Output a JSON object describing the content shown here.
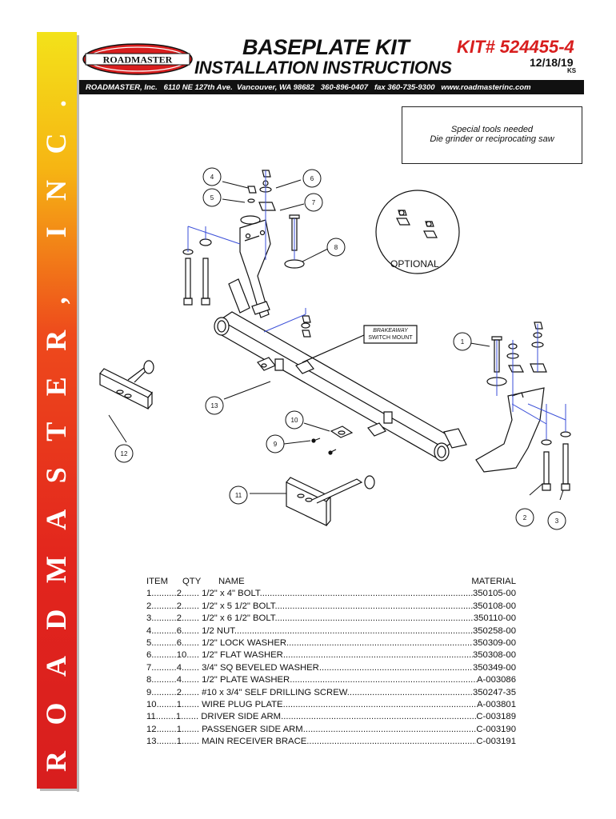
{
  "sidebar": {
    "brand_vertical": "ROADMASTER, INC."
  },
  "header": {
    "logo_text": "ROADMASTER",
    "title": "BASEPLATE KIT",
    "subtitle": "INSTALLATION INSTRUCTIONS",
    "kit_number": "KIT# 524455-4",
    "date": "12/18/19",
    "initials": "KS",
    "address_line": "ROADMASTER, Inc.   6110 NE 127th Ave.  Vancouver, WA 98682   360-896-0407   fax 360-735-9300   www.roadmasterinc.com"
  },
  "tools": {
    "line1": "Special tools needed",
    "line2": "Die grinder or reciprocating saw"
  },
  "drawing": {
    "callouts": [
      "1",
      "2",
      "3",
      "4",
      "5",
      "6",
      "7",
      "8",
      "9",
      "10",
      "11",
      "12",
      "13"
    ],
    "optional_label": "OPTIONAL",
    "brake_label_1": "BRAKEAWAY",
    "brake_label_2": "SWITCH MOUNT"
  },
  "parts_list": {
    "headers": {
      "item": "ITEM",
      "qty": "QTY",
      "name": "NAME",
      "material": "MATERIAL"
    },
    "rows": [
      {
        "item": "1",
        "qty": "2",
        "name": "1/2\" x 4\" BOLT",
        "material": "350105-00"
      },
      {
        "item": "2",
        "qty": "2",
        "name": "1/2\" x 5 1/2\" BOLT",
        "material": "350108-00"
      },
      {
        "item": "3",
        "qty": "2",
        "name": "1/2\" x 6 1/2\" BOLT",
        "material": "350110-00"
      },
      {
        "item": "4",
        "qty": "6",
        "name": "1/2 NUT",
        "material": "350258-00"
      },
      {
        "item": "5",
        "qty": "6",
        "name": "1/2\" LOCK WASHER",
        "material": "350309-00"
      },
      {
        "item": "6",
        "qty": "10",
        "name": "1/2\" FLAT WASHER",
        "material": "350308-00"
      },
      {
        "item": "7",
        "qty": "4",
        "name": "3/4\" SQ BEVELED WASHER",
        "material": "350349-00"
      },
      {
        "item": "8",
        "qty": "4",
        "name": "1/2\" PLATE WASHER",
        "material": "A-003086"
      },
      {
        "item": "9",
        "qty": "2",
        "name": "#10 x 3/4\" SELF DRILLING SCREW",
        "material": "350247-35"
      },
      {
        "item": "10",
        "qty": "1",
        "name": "WIRE PLUG PLATE",
        "material": "A-003801"
      },
      {
        "item": "11",
        "qty": "1",
        "name": "DRIVER SIDE ARM",
        "material": "C-003189"
      },
      {
        "item": "12",
        "qty": "1",
        "name": "PASSENGER SIDE ARM",
        "material": "C-003190"
      },
      {
        "item": "13",
        "qty": "1",
        "name": "MAIN RECEIVER BRACE",
        "material": "C-003191"
      }
    ]
  },
  "colors": {
    "brand_red": "#d81e1e",
    "brand_yellow": "#f3e21a",
    "bar_black": "#111111"
  }
}
